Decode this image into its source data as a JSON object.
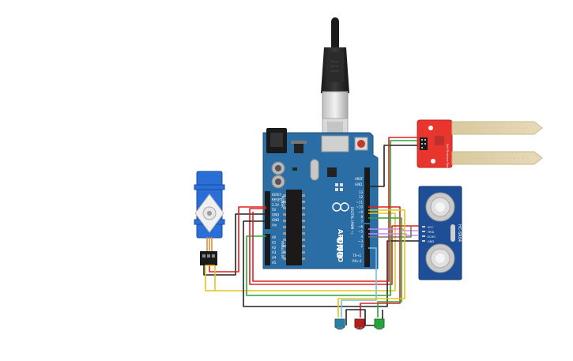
{
  "arduino": {
    "brand": "ARDUINO",
    "model": "UNO",
    "aref": "AREF",
    "gnd": "GND",
    "digital_label": "DIGITAL (PWM ~)",
    "power_label": "POWER",
    "analog_label": "ANALOG IN",
    "tx": "TX→1",
    "rx": "RX←0",
    "power_pins": [
      "IOREF",
      "RESET",
      "3.3V",
      "5V",
      "GND",
      "GND",
      "Vin"
    ],
    "analog_pins": [
      "A0",
      "A1",
      "A2",
      "A3",
      "A4",
      "A5"
    ],
    "digital_pins": [
      "13",
      "12",
      "~11",
      "~10",
      "~9",
      "8",
      "7",
      "~6",
      "~5",
      "4",
      "~3",
      "2"
    ]
  },
  "ultrasonic": {
    "model": "HC-SR04",
    "pins": [
      "VCC",
      "TRIG",
      "ECHO",
      "GND"
    ]
  },
  "moisture_sensor": {
    "label": "Soil Moisture Sensor"
  },
  "colors": {
    "board": "#2b6ea6",
    "board_dark": "#1d4f7c",
    "servo": "#2a6fd6",
    "sensor_red": "#e8362f",
    "ultrasonic_board": "#1e4f96",
    "wire_red": "#e02020",
    "wire_black": "#222222",
    "wire_green": "#2aa63a",
    "wire_yellow": "#e8c417",
    "wire_blue": "#6fc2e0",
    "wire_purple": "#c58ce6",
    "led_blue": "#2a7fa4",
    "led_red": "#b21f1f",
    "led_green": "#24a33b"
  },
  "icons": [
    "usb-cable-icon",
    "servo-icon",
    "led-icon",
    "soil-moisture-sensor-icon",
    "ultrasonic-sensor-icon"
  ]
}
